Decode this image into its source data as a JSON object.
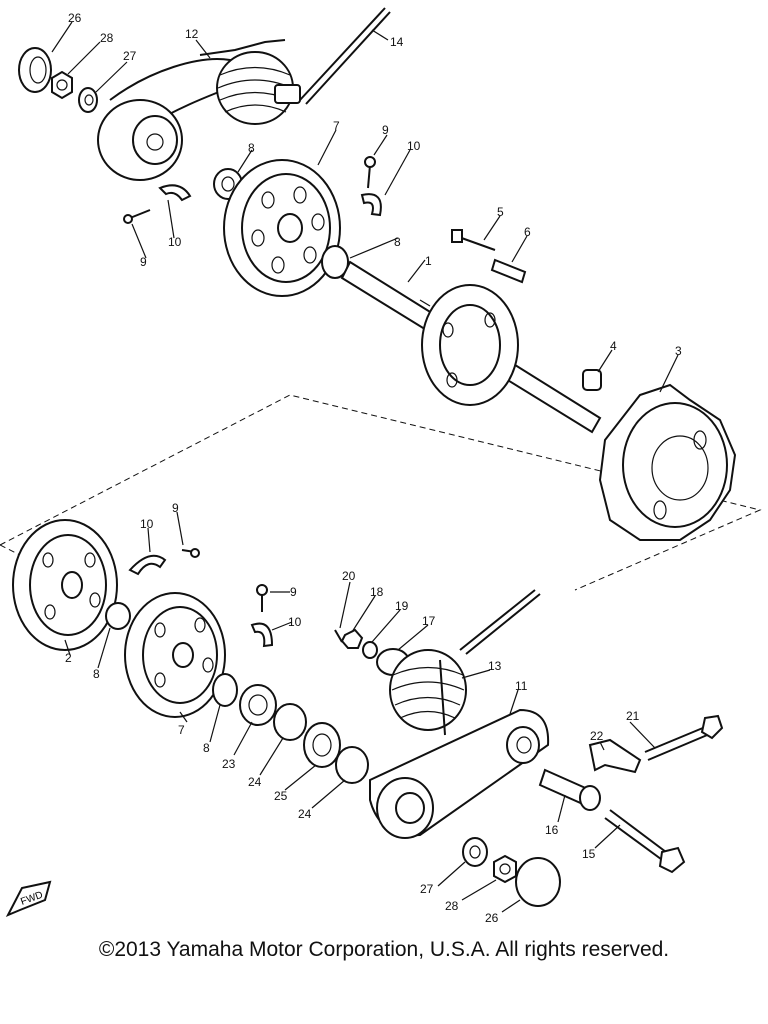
{
  "diagram": {
    "copyright": "©2013 Yamaha Motor Corporation, U.S.A. All rights reserved.",
    "fwd_label": "FWD",
    "labels": [
      "26",
      "28",
      "27",
      "12",
      "14",
      "7",
      "9",
      "10",
      "8",
      "10",
      "9",
      "8",
      "5",
      "6",
      "1",
      "4",
      "3",
      "10",
      "9",
      "2",
      "8",
      "9",
      "10",
      "20",
      "18",
      "19",
      "17",
      "13",
      "7",
      "8",
      "23",
      "24",
      "25",
      "24",
      "11",
      "22",
      "21",
      "16",
      "15",
      "27",
      "28",
      "26"
    ]
  }
}
